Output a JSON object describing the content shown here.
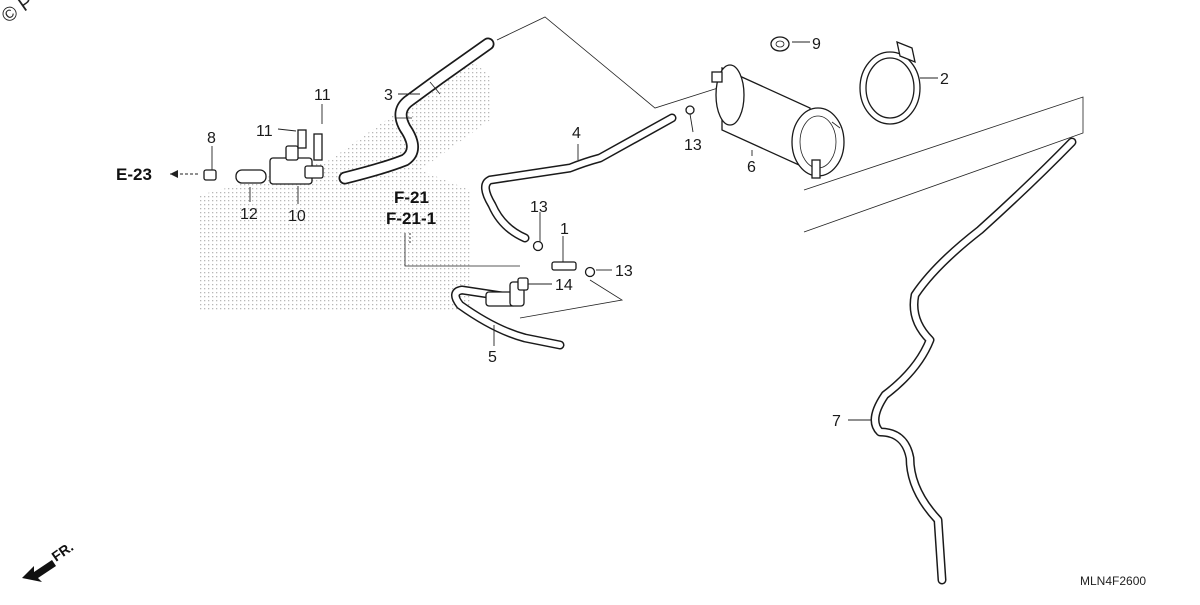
{
  "watermark": "© P",
  "drawing_code": "MLN4F2600",
  "direction_label": "FR.",
  "references": {
    "e23": "E-23",
    "f21": "F-21",
    "f21_1": "F-21-1"
  },
  "callouts": {
    "c1": "1",
    "c2": "2",
    "c3": "3",
    "c4": "4",
    "c5": "5",
    "c6": "6",
    "c7": "7",
    "c8": "8",
    "c9": "9",
    "c10": "10",
    "c11a": "11",
    "c11b": "11",
    "c12": "12",
    "c13a": "13",
    "c13b": "13",
    "c13c": "13",
    "c14": "14"
  },
  "colors": {
    "ink": "#1a1a1a",
    "shading": "#c8c8c8"
  }
}
